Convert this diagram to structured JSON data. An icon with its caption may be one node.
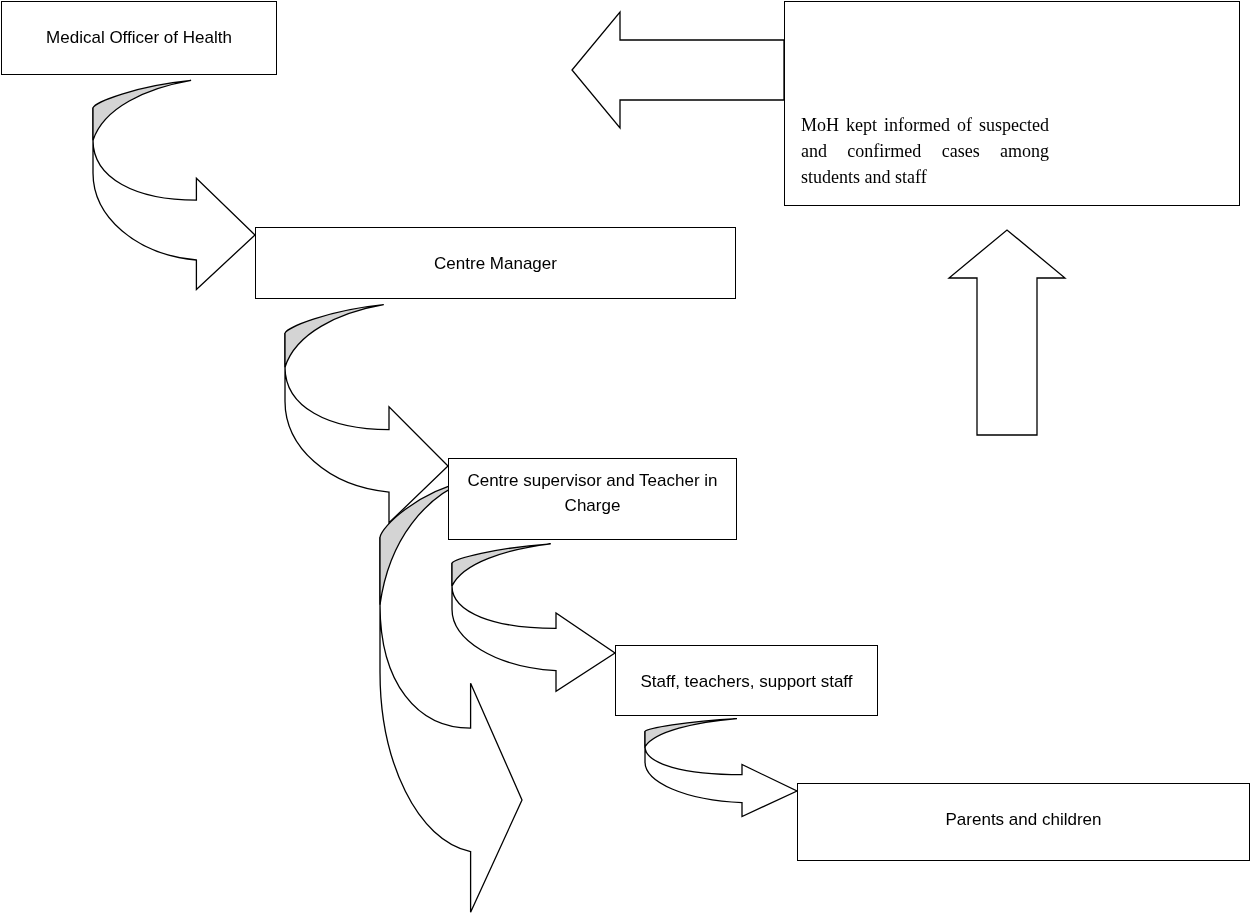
{
  "diagram": {
    "nodes": [
      {
        "text": [
          "Medical Officer of Health"
        ]
      },
      {
        "text": [
          "Centre Manager"
        ]
      },
      {
        "text": [
          "Centre supervisor and Teacher in Charge"
        ]
      },
      {
        "text": [
          "Staff, teachers, support staff"
        ]
      },
      {
        "text": [
          "Parents and children"
        ]
      },
      {
        "text": [
          "MoH kept informed of suspected and confirmed cases among students and staff"
        ]
      }
    ],
    "edges": [
      {
        "from": 0,
        "to": 1,
        "arrow": "to"
      },
      {
        "from": 1,
        "to": 2,
        "arrow": "to"
      },
      {
        "from": 2,
        "to": 3,
        "arrow": "to"
      },
      {
        "from": 2,
        "to": null,
        "arrow": "to"
      },
      {
        "from": 3,
        "to": 4,
        "arrow": "to"
      },
      {
        "from": 5,
        "to": null,
        "arrow": "to"
      },
      {
        "from": null,
        "to": 5,
        "arrow": "to"
      }
    ]
  }
}
